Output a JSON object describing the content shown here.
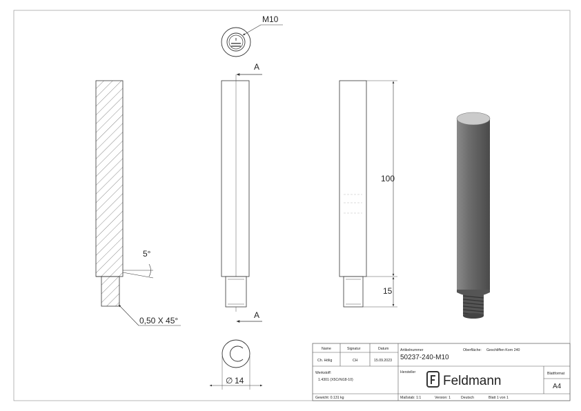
{
  "annotations": {
    "thread": "M10",
    "section_top": "A",
    "section_bottom": "A",
    "angle": "5°",
    "chamfer": "0,50 X 45°",
    "length_main": "100",
    "length_thread": "15",
    "diameter": "14",
    "diameter_symbol": "∅"
  },
  "title_block": {
    "name_header": "Name",
    "signature_header": "Signatur",
    "date_header": "Datum",
    "name_value": "Ch. Hölig",
    "signature_value": "CH",
    "date_value": "15.09.2023",
    "article_label": "Artikelnummer",
    "article_value": "50237-240-M10",
    "surface_label": "Oberfläche:",
    "surface_value": "Geschliffen Korn 240",
    "material_label": "Werkstoff:",
    "material_value": "1.4301 (X5CrNi18-10)",
    "manufacturer_label": "Hersteller",
    "brand": "Feldmann",
    "sheet_format_label": "Blattformat",
    "sheet_format_value": "A4",
    "weight": "Gewicht: 0.131 kg",
    "scale": "Maßstab: 1:1",
    "version": "Version: 1",
    "language": "Deutsch",
    "sheet": "Blatt 1 von 1"
  },
  "colors": {
    "line": "#333333",
    "hatch": "#555555",
    "render_body": "#6c6c6c",
    "render_top": "#c8c8c8",
    "brand_logo": "#333333"
  }
}
